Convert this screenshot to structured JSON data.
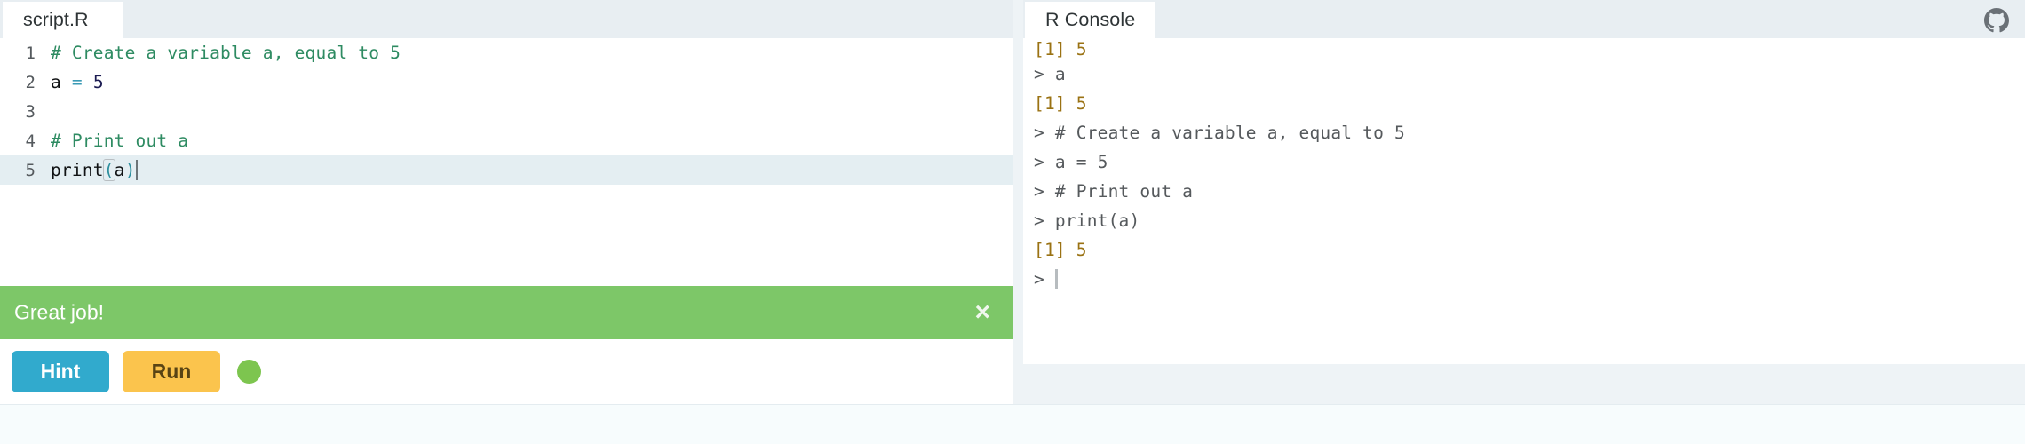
{
  "editor": {
    "tab_label": "script.R",
    "active_line": 5,
    "lines": [
      {
        "num": "1",
        "tokens": [
          {
            "t": "# Create a variable a, equal to 5",
            "c": "tok-comment"
          }
        ]
      },
      {
        "num": "2",
        "tokens": [
          {
            "t": "a",
            "c": "tok-ident"
          },
          {
            "t": " ",
            "c": "tok-ident"
          },
          {
            "t": "=",
            "c": "tok-op"
          },
          {
            "t": " ",
            "c": "tok-ident"
          },
          {
            "t": "5",
            "c": "tok-num"
          }
        ]
      },
      {
        "num": "3",
        "tokens": []
      },
      {
        "num": "4",
        "tokens": [
          {
            "t": "# Print out a",
            "c": "tok-comment"
          }
        ]
      },
      {
        "num": "5",
        "tokens": [
          {
            "t": "print",
            "c": "tok-fn"
          },
          {
            "t": "(",
            "c": "tok-paren match"
          },
          {
            "t": "a",
            "c": "tok-ident"
          },
          {
            "t": ")",
            "c": "tok-paren"
          }
        ]
      }
    ]
  },
  "alert": {
    "message": "Great job!",
    "close_label": "×",
    "background_color": "#7dc768",
    "text_color": "#ffffff"
  },
  "toolbar": {
    "hint_label": "Hint",
    "run_label": "Run",
    "hint_color": "#31aacd",
    "run_color": "#fbc44d",
    "status_dot_color": "#7dc54f",
    "status_dot_name": "ready"
  },
  "console": {
    "tab_label": "R Console",
    "lines": [
      {
        "clipped": true,
        "segs": [
          {
            "t": "[1] 5",
            "c": "c-out"
          }
        ]
      },
      {
        "clipped": false,
        "segs": [
          {
            "t": "> ",
            "c": "c-prompt"
          },
          {
            "t": "a",
            "c": "c-cmd"
          }
        ]
      },
      {
        "clipped": false,
        "segs": [
          {
            "t": "[1] 5",
            "c": "c-out"
          }
        ]
      },
      {
        "clipped": false,
        "segs": [
          {
            "t": "> ",
            "c": "c-prompt"
          },
          {
            "t": "# Create a variable a, equal to 5",
            "c": "c-cmd"
          }
        ]
      },
      {
        "clipped": false,
        "segs": [
          {
            "t": "> ",
            "c": "c-prompt"
          },
          {
            "t": "a = 5",
            "c": "c-cmd"
          }
        ]
      },
      {
        "clipped": false,
        "segs": [
          {
            "t": "> ",
            "c": "c-prompt"
          },
          {
            "t": "# Print out a",
            "c": "c-cmd"
          }
        ]
      },
      {
        "clipped": false,
        "segs": [
          {
            "t": "> ",
            "c": "c-prompt"
          },
          {
            "t": "print(a)",
            "c": "c-cmd"
          }
        ]
      },
      {
        "clipped": false,
        "segs": [
          {
            "t": "[1] 5",
            "c": "c-out"
          }
        ]
      },
      {
        "clipped": false,
        "caret": true,
        "segs": [
          {
            "t": "> ",
            "c": "c-prompt"
          }
        ]
      }
    ]
  },
  "icons": {
    "github": "github-icon"
  }
}
